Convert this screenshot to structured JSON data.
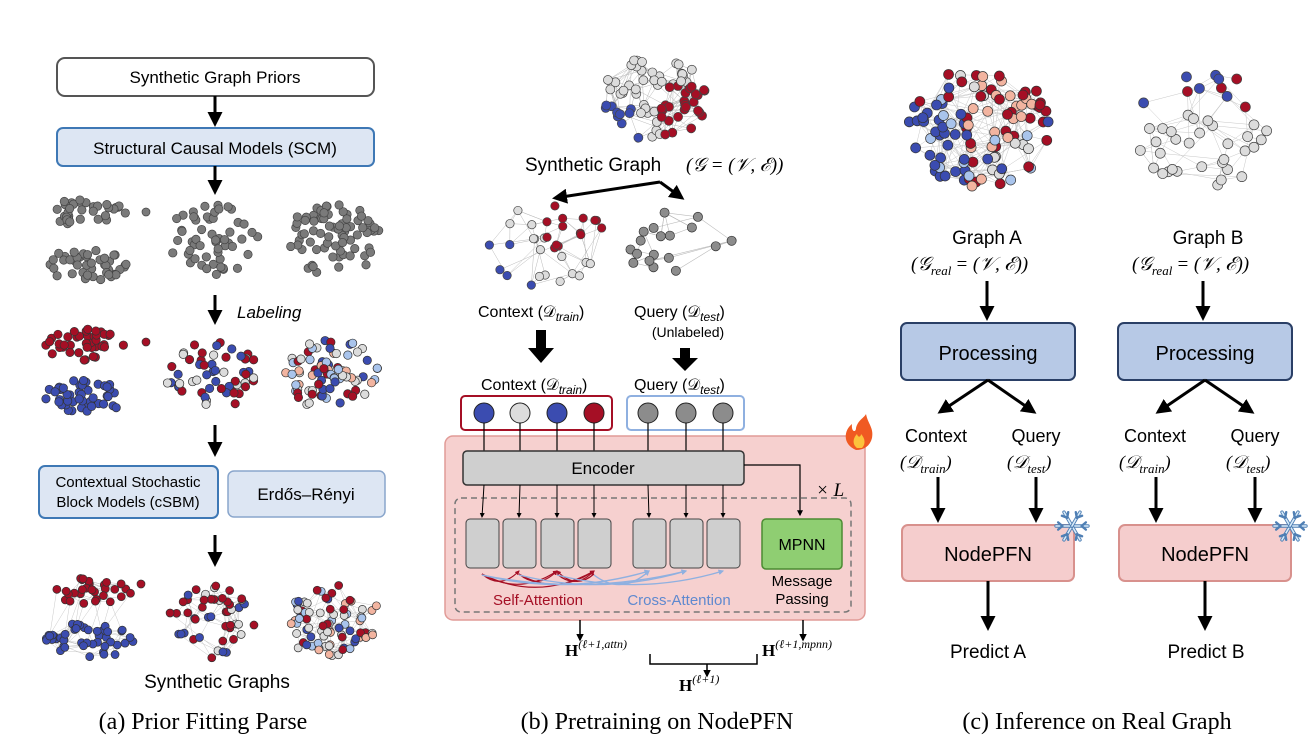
{
  "panel_a": {
    "caption": "(a) Prior Fitting Parse",
    "box_priors": "Synthetic Graph Priors",
    "box_scm": "Structural Causal Models (SCM)",
    "labeling": "Labeling",
    "box_csbm_line1": "Contextual Stochastic",
    "box_csbm_line2": "Block Models (cSBM)",
    "box_er": "Erdős–Rényi",
    "synthetic_graphs": "Synthetic Graphs"
  },
  "panel_b": {
    "caption": "(b) Pretraining on NodePFN",
    "synthetic_graph_label": "Synthetic Graph",
    "synthetic_graph_math": "(𝒢 = (𝒱, ℰ))",
    "context_label": "Context (𝒟",
    "context_sub": "train",
    "query_label": "Query (𝒟",
    "query_sub": "test",
    "unlabeled": "(Unlabeled)",
    "encoder": "Encoder",
    "times_L": "× L",
    "mpnn": "MPNN",
    "message_passing_line1": "Message",
    "message_passing_line2": "Passing",
    "self_attention": "Self-Attention",
    "cross_attention": "Cross-Attention",
    "h_attn_base": "H",
    "h_attn_sup": "(ℓ+1,attn)",
    "h_mpnn_base": "H",
    "h_mpnn_sup": "(ℓ+1,mpnn)",
    "h_out_base": "H",
    "h_out_sup": "(ℓ+1)"
  },
  "panel_c": {
    "caption": "(c) Inference on Real Graph",
    "graph_a": "Graph A",
    "graph_b": "Graph B",
    "real_math": "(𝒢",
    "real_sub": "real",
    "real_rest": "= (𝒱, ℰ))",
    "processing": "Processing",
    "context": "Context",
    "query": "Query",
    "d_train": "(𝒟",
    "train_sub": "train",
    "test_sub": "test",
    "nodepfn": "NodePFN",
    "predict_a": "Predict A",
    "predict_b": "Predict B"
  },
  "icons": [
    "fire-icon",
    "snowflake-icon"
  ],
  "colors": {
    "red_node": "#a50f25",
    "blue_node": "#3b4cb0",
    "gray_node": "#8c8c8c",
    "light_node": "#dcdcdc",
    "pink_node": "#f2b4a0",
    "lightblue_node": "#a9c4ec",
    "box_blue": "#b7c9e6",
    "box_pink": "#f5cdcd",
    "mpnn_green": "#8fce72"
  }
}
